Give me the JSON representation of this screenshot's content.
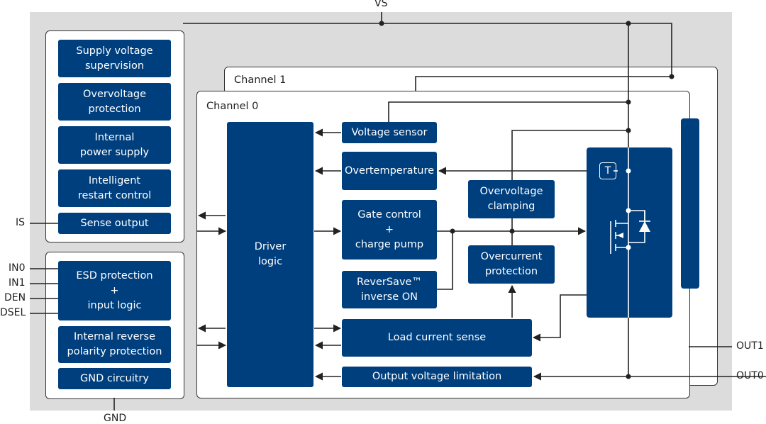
{
  "colors": {
    "block": "#003f7e",
    "background": "#dcdcdc",
    "wire": "#222222"
  },
  "pins": {
    "vs": "VS",
    "is": "IS",
    "in0": "IN0",
    "in1": "IN1",
    "den": "DEN",
    "dsel": "DSEL",
    "gnd": "GND",
    "out1": "OUT1",
    "out0": "OUT0"
  },
  "channels": {
    "ch1": "Channel 1",
    "ch0": "Channel 0"
  },
  "blocks": {
    "supply_voltage_supervision": "Supply voltage\nsupervision",
    "overvoltage_protection": "Overvoltage\nprotection",
    "internal_power_supply": "Internal\npower supply",
    "intelligent_restart_control": "Intelligent\nrestart control",
    "sense_output": "Sense output",
    "esd_protection": "ESD protection\n+\ninput logic",
    "reverse_polarity": "Internal reverse\npolarity protection",
    "gnd_circuitry": "GND circuitry",
    "driver_logic": "Driver\nlogic",
    "voltage_sensor": "Voltage sensor",
    "overtemperature": "Overtemperature",
    "gate_control": "Gate control\n+\ncharge pump",
    "reversave": "ReverSave™\ninverse ON",
    "overvoltage_clamping": "Overvoltage\nclamping",
    "overcurrent_protection": "Overcurrent\nprotection",
    "load_current_sense": "Load current sense",
    "output_voltage_limitation": "Output voltage limitation",
    "temp_sensor": "T"
  }
}
